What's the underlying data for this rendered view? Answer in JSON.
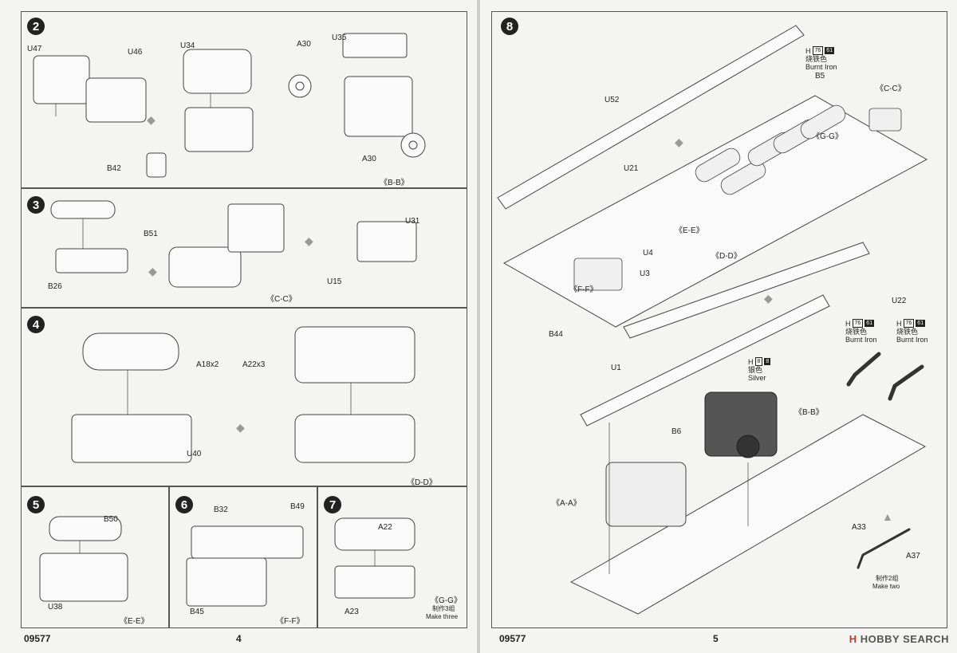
{
  "left_page": {
    "product_code": "09577",
    "page_number": "4",
    "steps": [
      {
        "number": "2",
        "labels": [
          "U47",
          "U46",
          "U34",
          "A30",
          "U35",
          "B42",
          "A30"
        ],
        "subassembly": "《B-B》"
      },
      {
        "number": "3",
        "labels": [
          "B51",
          "B26",
          "U31",
          "U15"
        ],
        "subassembly": "《C-C》"
      },
      {
        "number": "4",
        "labels": [
          "A18x2",
          "A22x3",
          "U40"
        ],
        "subassembly": "《D-D》"
      },
      {
        "number": "5",
        "labels": [
          "B50",
          "U38"
        ],
        "subassembly": "《E-E》"
      },
      {
        "number": "6",
        "labels": [
          "B32",
          "B49",
          "B45"
        ],
        "subassembly": "《F-F》"
      },
      {
        "number": "7",
        "labels": [
          "A22",
          "A23"
        ],
        "subassembly": "《G-G》",
        "note_cn": "制作3组",
        "note_en": "Make three"
      }
    ]
  },
  "right_page": {
    "product_code": "09577",
    "page_number": "5",
    "step": {
      "number": "8"
    },
    "labels": {
      "u52": "U52",
      "u21": "U21",
      "b5": "B5",
      "cc": "《C-C》",
      "gg": "《G-G》",
      "ee": "《E-E》",
      "dd": "《D-D》",
      "u4": "U4",
      "u3": "U3",
      "ff": "《F-F》",
      "b44": "B44",
      "u22": "U22",
      "u1": "U1",
      "b6": "B6",
      "bb": "《B-B》",
      "aa": "《A-A》",
      "a33": "A33",
      "a37": "A37"
    },
    "paints": [
      {
        "letter": "H",
        "code1": "76",
        "code2": "61",
        "cn": "烧铁色",
        "en": "Burnt Iron"
      },
      {
        "letter": "H",
        "code1": "8",
        "code2": "8",
        "cn": "银色",
        "en": "Silver"
      },
      {
        "letter": "H",
        "code1": "76",
        "code2": "61",
        "cn": "烧铁色",
        "en": "Burnt Iron"
      },
      {
        "letter": "H",
        "code1": "76",
        "code2": "61",
        "cn": "烧铁色",
        "en": "Burnt Iron"
      }
    ],
    "make_two_cn": "制作2组",
    "make_two_en": "Make two"
  },
  "watermark": {
    "logo": "H",
    "text": "HOBBY SEARCH"
  },
  "colors": {
    "frame": "#555555",
    "paper": "#f4f4f2",
    "ink": "#222222"
  }
}
